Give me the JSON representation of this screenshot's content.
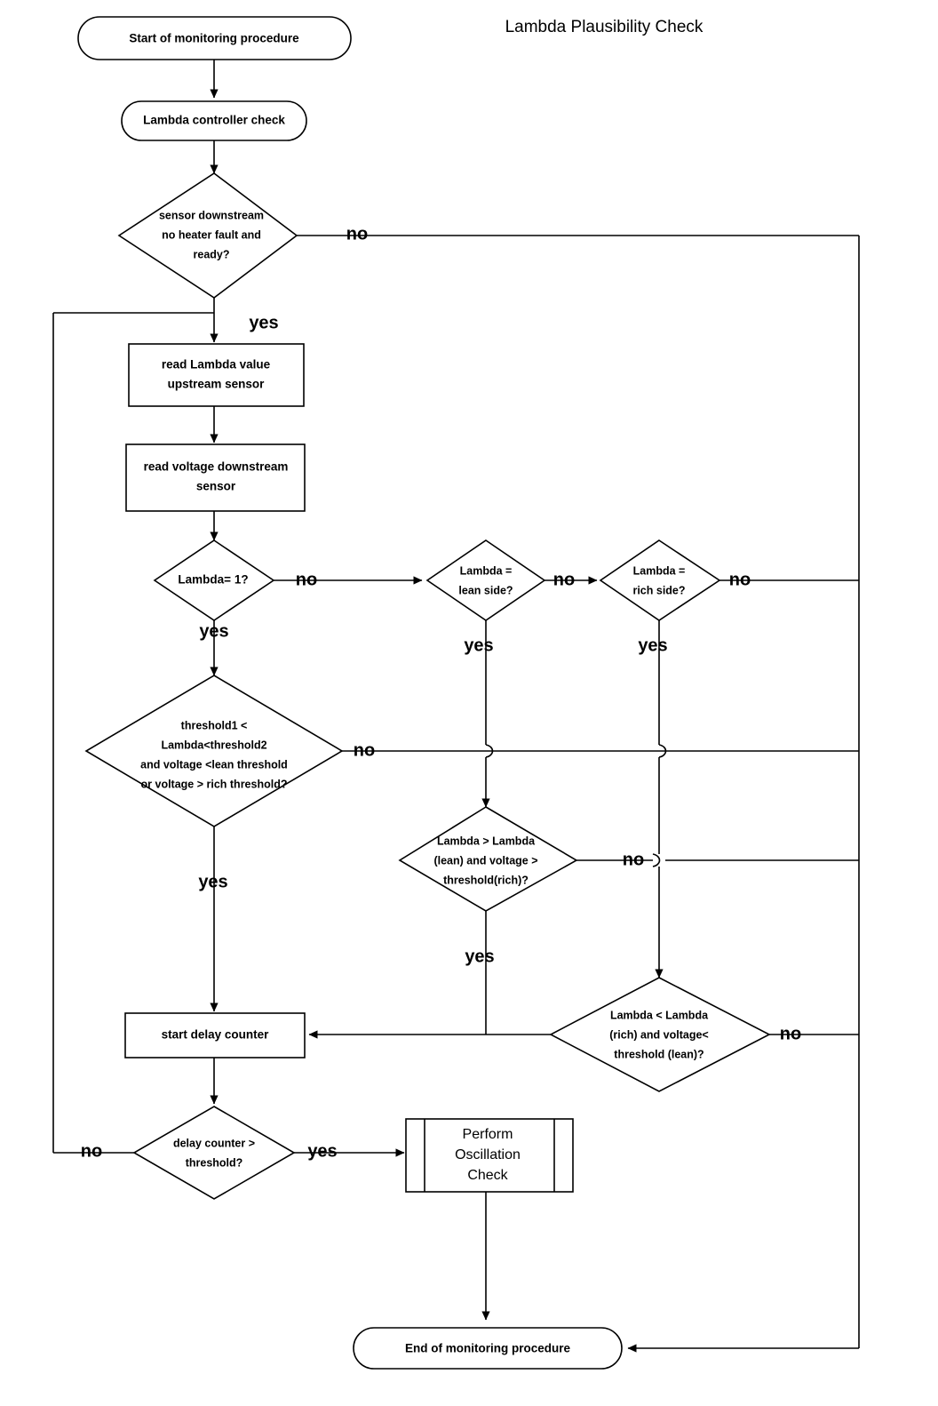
{
  "diagram": {
    "title": "Lambda Plausibility Check",
    "type": "flowchart",
    "nodes": {
      "start": {
        "shape": "terminator",
        "label": "Start of monitoring procedure"
      },
      "controller_check": {
        "shape": "terminator",
        "label": "Lambda controller check"
      },
      "sensor_ok": {
        "shape": "decision",
        "line1": "sensor downstream",
        "line2": "no heater fault and",
        "line3": "ready?"
      },
      "read_lambda": {
        "shape": "process",
        "line1": "read Lambda value",
        "line2": "upstream sensor"
      },
      "read_voltage": {
        "shape": "process",
        "line1": "read voltage downstream",
        "line2": "sensor"
      },
      "lambda_eq_1": {
        "shape": "decision",
        "line1": "Lambda= 1?"
      },
      "lambda_lean": {
        "shape": "decision",
        "line1": "Lambda  =",
        "line2": "lean side?"
      },
      "lambda_rich": {
        "shape": "decision",
        "line1": "Lambda  =",
        "line2": "rich side?"
      },
      "threshold_check": {
        "shape": "decision",
        "line1": "threshold1 <",
        "line2": "Lambda<threshold2",
        "line3": "and voltage <lean threshold",
        "line4": "or voltage  > rich threshold?"
      },
      "lean_check": {
        "shape": "decision",
        "line1": "Lambda > Lambda",
        "line2": "(lean) and voltage >",
        "line3": "threshold(rich)?"
      },
      "rich_check": {
        "shape": "decision",
        "line1": "Lambda < Lambda",
        "line2": "(rich) and voltage<",
        "line3": "threshold (lean)?"
      },
      "delay_counter": {
        "shape": "process",
        "label": "start delay counter"
      },
      "delay_gt": {
        "shape": "decision",
        "line1": "delay counter >",
        "line2": "threshold?"
      },
      "oscillation": {
        "shape": "predefined-process",
        "line1": "Perform",
        "line2": "Oscillation",
        "line3": "Check"
      },
      "end": {
        "shape": "terminator",
        "label": "End of monitoring procedure"
      }
    },
    "edge_labels": {
      "sensor_ok_no": "no",
      "sensor_ok_yes": "yes",
      "lambda_eq_1_no": "no",
      "lambda_eq_1_yes": "yes",
      "lambda_lean_no": "no",
      "lambda_lean_yes": "yes",
      "lambda_rich_no": "no",
      "lambda_rich_yes": "yes",
      "threshold_check_no": "no",
      "threshold_check_yes": "yes",
      "lean_check_no": "no",
      "lean_check_yes": "yes",
      "rich_check_no": "no",
      "delay_gt_no": "no",
      "delay_gt_yes": "yes"
    },
    "colors": {
      "stroke": "#000000",
      "fill": "#ffffff",
      "text": "#000000"
    }
  }
}
